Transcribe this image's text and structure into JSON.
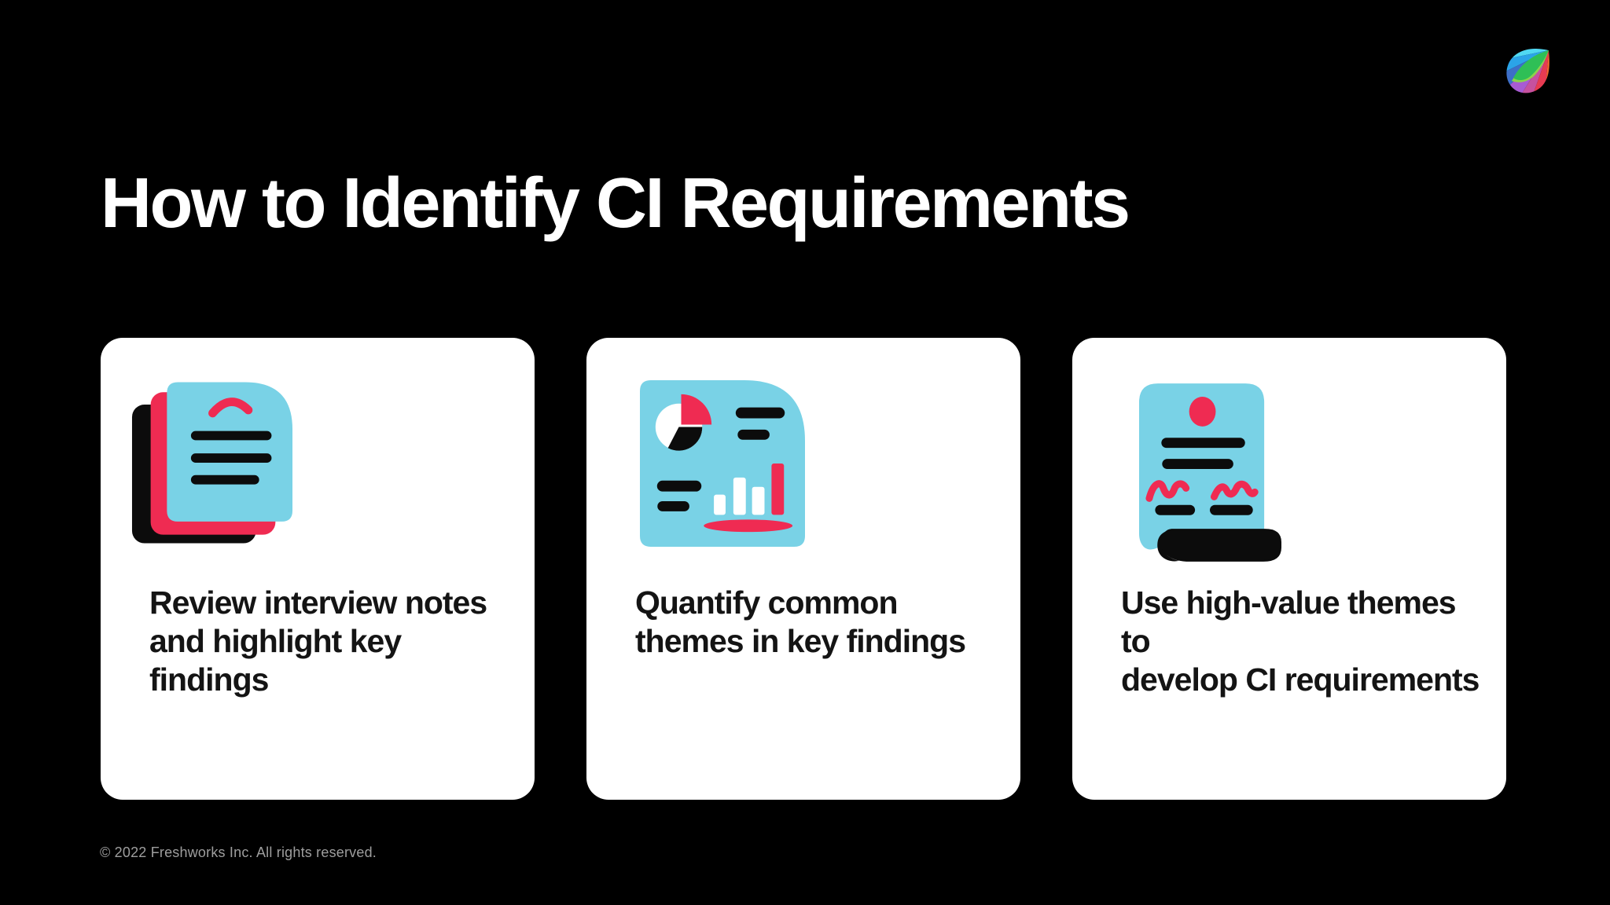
{
  "header": {
    "title": "How to Identify CI Requirements"
  },
  "logo": {
    "label": "Freshworks logo"
  },
  "cards": [
    {
      "icon": "stacked-notes-icon",
      "lines": [
        "Review interview notes",
        "and highlight key findings"
      ]
    },
    {
      "icon": "analytics-chart-icon",
      "lines": [
        "Quantify common",
        "themes in key findings"
      ]
    },
    {
      "icon": "scroll-requirements-icon",
      "lines": [
        "Use high-value themes to",
        "develop CI requirements"
      ]
    }
  ],
  "footer": {
    "copyright": "© 2022 Freshworks Inc. All rights reserved."
  },
  "colors": {
    "background": "#000000",
    "card": "#FFFFFF",
    "teal": "#79D2E6",
    "pink": "#EF2B52",
    "ink": "#0C0C0C",
    "title_text": "#FFFFFF",
    "footer_text": "#9E9E9E"
  }
}
